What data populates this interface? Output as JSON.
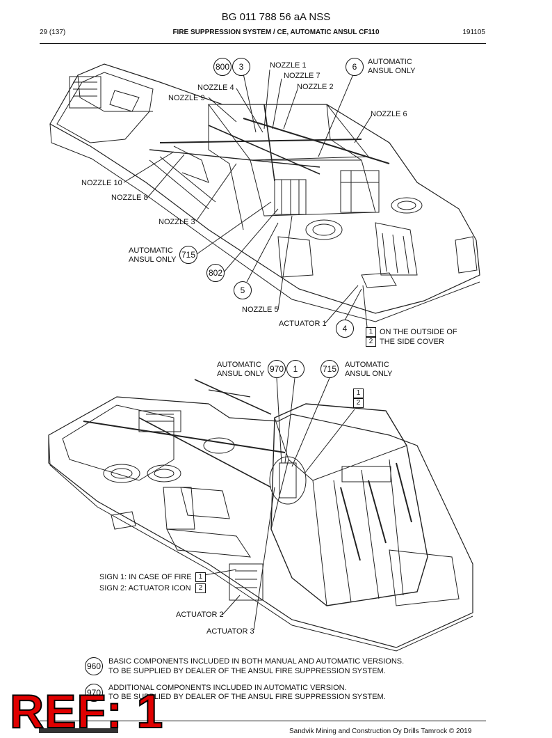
{
  "header": {
    "doc_title": "BG 011 788 56 aA NSS",
    "page": "29 (137)",
    "section": "FIRE SUPPRESSION SYSTEM / CE, AUTOMATIC ANSUL CF110",
    "code": "191105"
  },
  "top_view": {
    "labels": {
      "nozzle1": "NOZZLE 1",
      "nozzle7": "NOZZLE 7",
      "nozzle4": "NOZZLE 4",
      "nozzle2": "NOZZLE 2",
      "nozzle9": "NOZZLE 9",
      "nozzle6": "NOZZLE 6",
      "nozzle10": "NOZZLE 10",
      "nozzle8": "NOZZLE 8",
      "nozzle3": "NOZZLE 3",
      "nozzle5": "NOZZLE 5",
      "actuator1": "ACTUATOR 1",
      "auto_only_a1": "AUTOMATIC",
      "auto_only_a2": "ANSUL ONLY",
      "auto_only_b1": "AUTOMATIC",
      "auto_only_b2": "ANSUL ONLY",
      "side_cover1": "ON THE OUTSIDE OF",
      "side_cover2": "THE SIDE COVER"
    },
    "callouts": {
      "c800": "800",
      "c3": "3",
      "c6": "6",
      "c715": "715",
      "c802": "802",
      "c5": "5",
      "c4": "4"
    },
    "boxes": {
      "b1": "1",
      "b2": "2"
    }
  },
  "bottom_view": {
    "labels": {
      "auto_left1": "AUTOMATIC",
      "auto_left2": "ANSUL ONLY",
      "auto_right1": "AUTOMATIC",
      "auto_right2": "ANSUL ONLY",
      "sign1": "SIGN 1: IN CASE OF FIRE",
      "sign2": "SIGN 2: ACTUATOR ICON",
      "actuator2": "ACTUATOR 2",
      "actuator3": "ACTUATOR 3"
    },
    "callouts": {
      "c970": "970",
      "c1": "1",
      "c715": "715"
    },
    "boxes": {
      "b1": "1",
      "b2": "2",
      "s1": "1",
      "s2": "2"
    }
  },
  "notes": {
    "n960": "960",
    "line1": "BASIC COMPONENTS INCLUDED IN BOTH MANUAL AND AUTOMATIC VERSIONS.",
    "line2": "TO BE SUPPLIED BY DEALER OF THE ANSUL FIRE SUPPRESSION SYSTEM.",
    "n970": "970",
    "line3": "ADDITIONAL COMPONENTS INCLUDED IN AUTOMATIC VERSION.",
    "line4": "TO BE SUPPLIED BY DEALER OF THE ANSUL FIRE SUPPRESSION SYSTEM."
  },
  "ref_mark": "REF: 1",
  "footer": "Sandvik Mining and Construction Oy Drills Tamrock © 2019"
}
